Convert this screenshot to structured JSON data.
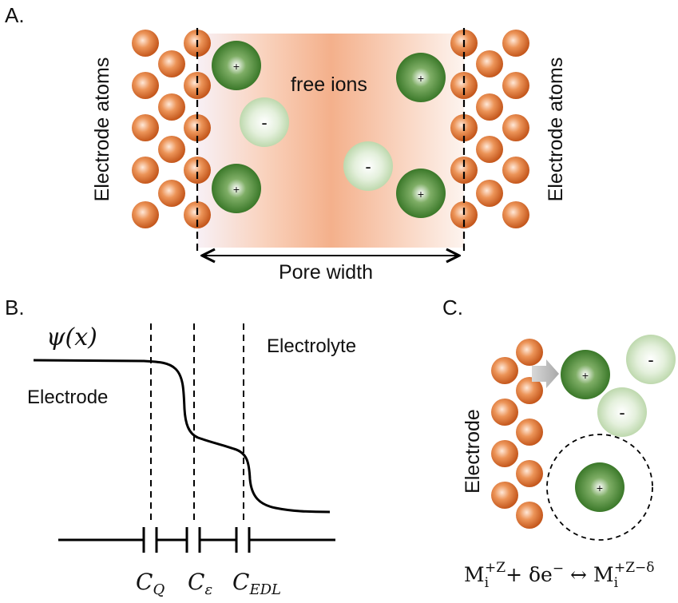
{
  "panelA": {
    "label": "A.",
    "electrode_left_label": "Electrode atoms",
    "electrode_right_label": "Electrode atoms",
    "free_ions_label": "free ions",
    "pore_width_label": "Pore width",
    "plus_sign": "+",
    "minus_sign": "-"
  },
  "panelB": {
    "label": "B.",
    "psi_label": "ψ(x)",
    "electrode_label": "Electrode",
    "electrolyte_label": "Electrolyte",
    "cap_q": "C",
    "cap_q_sub": "Q",
    "cap_eps": "C",
    "cap_eps_sub": "ε",
    "cap_edl": "C",
    "cap_edl_sub": "EDL"
  },
  "panelC": {
    "label": "C.",
    "electrode_label": "Electrode",
    "plus_sign": "+",
    "minus_sign": "-",
    "eq_m1": "M",
    "eq_i1": "i",
    "eq_sup1": "+Z",
    "eq_mid": "+ δe",
    "eq_minus_sup": "−",
    "eq_arrow": " ↔ ",
    "eq_m2": "M",
    "eq_i2": "i",
    "eq_sup2": "+Z−δ"
  },
  "colors": {
    "atom": "#d2691e",
    "cation": "#3e7e2a",
    "anion": "#cfe3c3",
    "pore_glow": "#f3b48f"
  }
}
